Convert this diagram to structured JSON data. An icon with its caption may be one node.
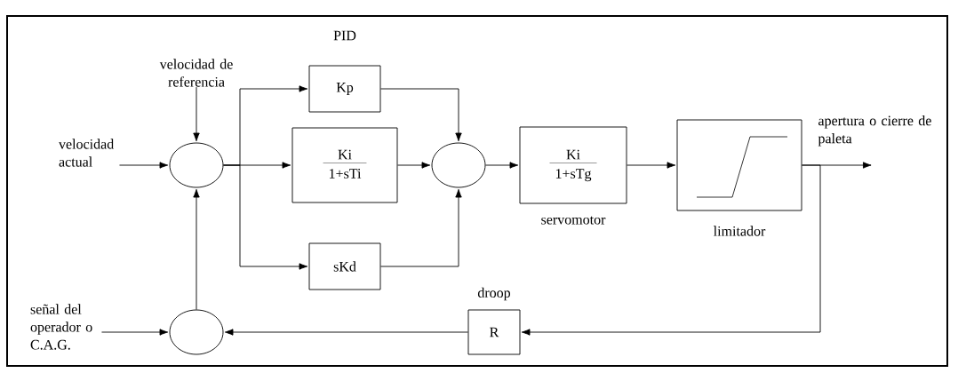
{
  "diagram": {
    "nodes": [
      {
        "text": [
          "velocidad actual"
        ]
      },
      {
        "text": [
          "velocidad de referencia"
        ]
      },
      {
        "text": [],
        "shape": "circle"
      },
      {
        "text": [
          "Kp"
        ]
      },
      {
        "text": [
          "Ki",
          "1+sTi"
        ]
      },
      {
        "text": [
          "sKd"
        ]
      },
      {
        "text": [],
        "shape": "circle"
      },
      {
        "text": [
          "Ki",
          "1+sTg"
        ],
        "beside": [
          "servomotor"
        ]
      },
      {
        "text": [],
        "shape": "box",
        "beside": [
          "limitador"
        ]
      },
      {
        "text": [
          "R"
        ],
        "beside": [
          "droop"
        ]
      },
      {
        "text": [],
        "shape": "circle"
      },
      {
        "text": [
          "señal del operador o C.A.G."
        ]
      }
    ],
    "edges": [
      {
        "from": 0,
        "to": 2,
        "arrow": "to"
      },
      {
        "from": 1,
        "to": 2,
        "arrow": "to"
      },
      {
        "from": 2,
        "to": 3,
        "arrow": "to"
      },
      {
        "from": 2,
        "to": 4,
        "arrow": "to"
      },
      {
        "from": 2,
        "to": 5,
        "arrow": "to"
      },
      {
        "from": 3,
        "to": 6,
        "arrow": "to"
      },
      {
        "from": 4,
        "to": 6,
        "arrow": "to"
      },
      {
        "from": 5,
        "to": 6,
        "arrow": "to"
      },
      {
        "from": 6,
        "to": 7,
        "arrow": "to"
      },
      {
        "from": 7,
        "to": 8,
        "arrow": "to"
      },
      {
        "from": 8,
        "to": null,
        "arrow": "to"
      },
      {
        "from": 8,
        "to": 9,
        "arrow": "to"
      },
      {
        "from": 9,
        "to": 10,
        "arrow": "to"
      },
      {
        "from": 11,
        "to": 10,
        "arrow": "to"
      },
      {
        "from": 10,
        "to": 2,
        "arrow": "to"
      }
    ],
    "labels": [
      "PID",
      "apertura o cierre de paleta"
    ]
  }
}
